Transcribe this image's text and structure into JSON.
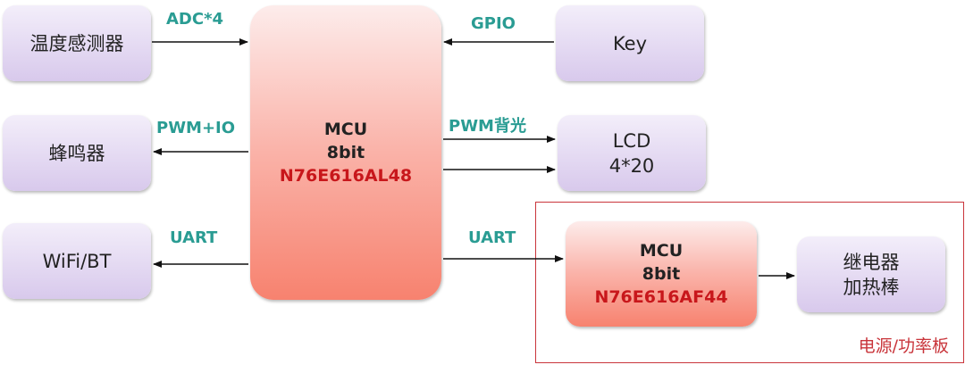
{
  "blocks": {
    "temp_sensor": "温度感测器",
    "buzzer": "蜂鸣器",
    "wifi_bt": "WiFi/BT",
    "key": "Key",
    "lcd": [
      "LCD",
      "4*20"
    ],
    "relay": [
      "继电器",
      "加热棒"
    ]
  },
  "main_mcu": {
    "line1": "MCU",
    "line2": "8bit",
    "part": "N76E616AL48"
  },
  "power_mcu": {
    "line1": "MCU",
    "line2": "8bit",
    "part": "N76E616AF44"
  },
  "signals": {
    "adc": "ADC*4",
    "pwm_io": "PWM+IO",
    "uart_left": "UART",
    "gpio": "GPIO",
    "pwm_backlight": "PWM背光",
    "uart_right": "UART"
  },
  "power_board": {
    "label": "电源/功率板",
    "border_color": "#c9353b"
  },
  "colors": {
    "signal_text": "#2a9c93",
    "part_number": "#c8171b"
  }
}
